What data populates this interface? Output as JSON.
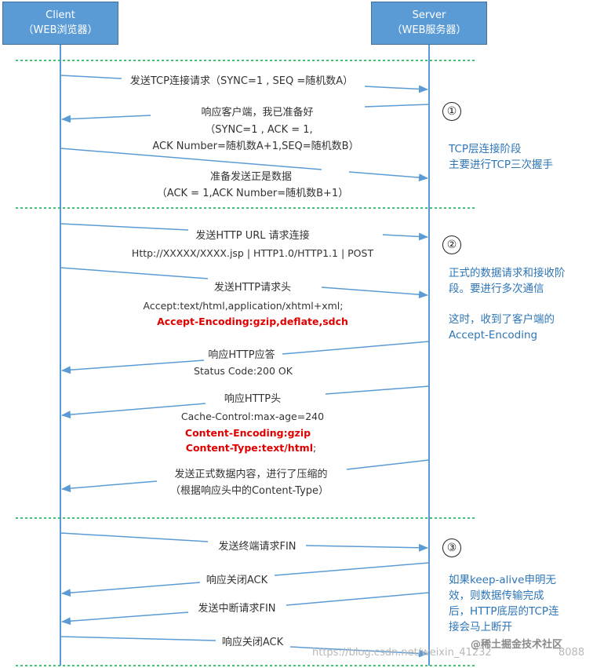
{
  "client_box": {
    "line1": "Client",
    "line2": "（WEB浏览器）"
  },
  "server_box": {
    "line1": "Server",
    "line2": "（WEB服务器）"
  },
  "phase1": {
    "num": "①",
    "msg1": "发送TCP连接请求（SYNC=1 , SEQ =随机数A）",
    "msg2_a": "响应客户端，我已准备好",
    "msg2_b": "（SYNC=1 , ACK = 1,",
    "msg2_c": "ACK Number=随机数A+1,SEQ=随机数B）",
    "msg3_a": "准备发送正是数据",
    "msg3_b": "（ACK = 1,ACK Number=随机数B+1）",
    "note_1": "TCP层连接阶段",
    "note_2": "主要进行TCP三次握手"
  },
  "phase2": {
    "num": "②",
    "msg1_a": "发送HTTP URL 请求连接",
    "msg1_b": "Http://XXXXX/XXXX.jsp | HTTP1.0/HTTP1.1 | POST",
    "msg2_a": "发送HTTP请求头",
    "msg2_b": "Accept:text/html,application/xhtml+xml;",
    "msg2_c": "Accept-Encoding:gzip,deflate,sdch",
    "msg3_a": "响应HTTP应答",
    "msg3_b": "Status Code:200 OK",
    "msg4_a": "响应HTTP头",
    "msg4_b": "Cache-Control:max-age=240",
    "msg4_c": "Content-Encoding:gzip",
    "msg4_d": "Content-Type:text/html",
    "msg4_d_suffix": ";",
    "msg5_a": "发送正式数据内容，进行了压缩的",
    "msg5_b": "（根据响应头中的Content-Type）",
    "note_1": "正式的数据请求和接收阶",
    "note_2": "段。要进行多次通信",
    "note_3": "这时，收到了客户端的",
    "note_4": "Accept-Encoding"
  },
  "phase3": {
    "num": "③",
    "msg1": "发送终端请求FIN",
    "msg2": "响应关闭ACK",
    "msg3": "发送中断请求FIN",
    "msg4": "响应关闭ACK",
    "note_1": "如果keep-alive申明无",
    "note_2": "效，则数据传输完成",
    "note_3": "后，HTTP底层的TCP连",
    "note_4": "接会马上断开"
  },
  "watermark": {
    "url": "https://blog.csdn.net/weixin_41232",
    "brand": "@稀土掘金技术社区",
    "code": "8088"
  },
  "colors": {
    "box": "#5b9bd5",
    "lifeline": "#5b9bd5",
    "arrow": "#5b9bd5",
    "divider": "#00b050",
    "highlight": "#e00000",
    "note": "#2e75b6"
  }
}
